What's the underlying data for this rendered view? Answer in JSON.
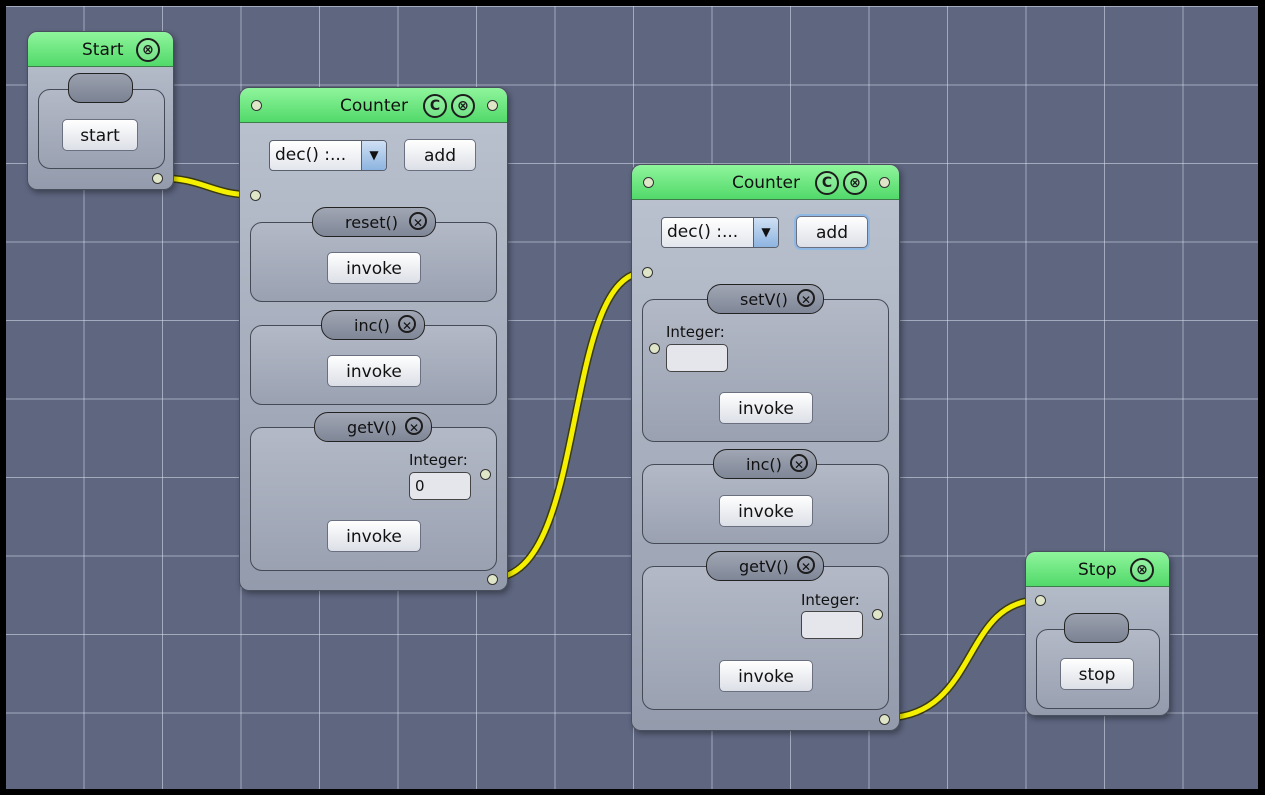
{
  "nodes": {
    "start": {
      "title": "Start",
      "close": "⊗",
      "button": "start"
    },
    "counter1": {
      "title": "Counter",
      "copy": "C",
      "close": "⊗",
      "method_select": "dec() :...",
      "add_label": "add",
      "methods": [
        {
          "name": "reset()",
          "invoke": "invoke"
        },
        {
          "name": "inc()",
          "invoke": "invoke"
        },
        {
          "name": "getV()",
          "output_label": "Integer:",
          "output_value": "0",
          "invoke": "invoke"
        }
      ]
    },
    "counter2": {
      "title": "Counter",
      "copy": "C",
      "close": "⊗",
      "method_select": "dec() :...",
      "add_label": "add",
      "methods": [
        {
          "name": "setV()",
          "input_label": "Integer:",
          "input_value": "",
          "invoke": "invoke"
        },
        {
          "name": "inc()",
          "invoke": "invoke"
        },
        {
          "name": "getV()",
          "output_label": "Integer:",
          "output_value": "",
          "invoke": "invoke"
        }
      ]
    },
    "stop": {
      "title": "Stop",
      "close": "⊗",
      "button": "stop"
    }
  },
  "colors": {
    "canvas": "#5e6680",
    "titlebar": "#6ee983",
    "wire": "#f5f000",
    "panel": "#aab1c0"
  }
}
